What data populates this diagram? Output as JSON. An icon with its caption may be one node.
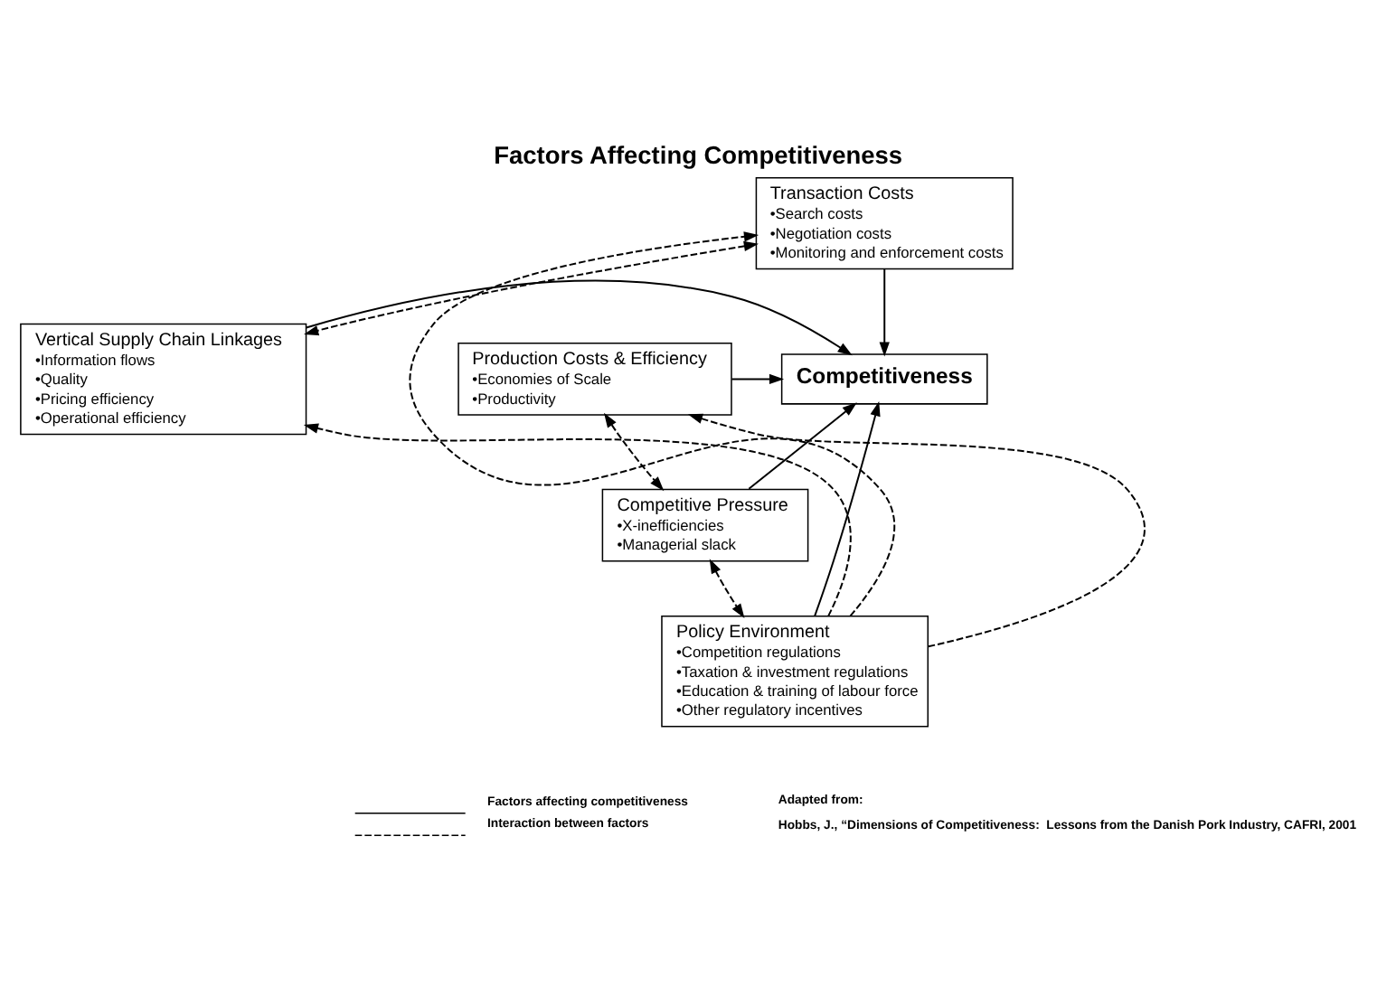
{
  "diagram": {
    "title": "Factors Affecting Competitiveness",
    "nodes": [
      {
        "text": [
          "Transaction Costs",
          "•Search costs",
          "•Negotiation costs",
          "•Monitoring and enforcement costs"
        ]
      },
      {
        "text": [
          "Production Costs & Efficiency",
          "•Economies of Scale",
          "•Productivity"
        ]
      },
      {
        "text": [
          "Competitiveness"
        ]
      },
      {
        "text": [
          "Vertical Supply Chain Linkages",
          "•Information flows",
          "•Quality",
          "•Pricing efficiency",
          "•Operational efficiency"
        ]
      },
      {
        "text": [
          "Competitive Pressure",
          "•X-inefficiencies",
          "•Managerial slack"
        ]
      },
      {
        "text": [
          "Policy Environment",
          "•Competition regulations",
          "•Taxation & investment regulations",
          "•Education & training of labour force",
          "•Other regulatory incentives"
        ]
      }
    ],
    "edges": [
      {
        "from": 1,
        "to": 2,
        "arrow": "to"
      },
      {
        "from": 0,
        "to": 2,
        "arrow": "to"
      },
      {
        "from": 3,
        "to": 2,
        "arrow": "to"
      },
      {
        "from": 4,
        "to": 2,
        "arrow": "to"
      },
      {
        "from": 5,
        "to": 2,
        "arrow": "to"
      },
      {
        "from": 1,
        "to": 4,
        "arrow": "both",
        "style": "dashed"
      },
      {
        "from": 0,
        "to": 3,
        "arrow": "both",
        "style": "dashed"
      },
      {
        "from": 5,
        "to": 0,
        "arrow": "to",
        "style": "dashed"
      },
      {
        "from": 5,
        "to": 1,
        "arrow": "to",
        "style": "dashed"
      },
      {
        "from": 4,
        "to": 5,
        "arrow": "both",
        "style": "dashed"
      },
      {
        "from": 5,
        "to": 3,
        "arrow": "to",
        "style": "dashed"
      }
    ],
    "labels": [
      "Adapted from:",
      "Hobbs, J., “Dimensions of Competitiveness:  Lessons from the Danish Pork Industry, CAFRI, 2001"
    ],
    "legend": [
      {
        "text": "Factors affecting competitiveness"
      },
      {
        "text": "Interaction between factors"
      }
    ]
  }
}
